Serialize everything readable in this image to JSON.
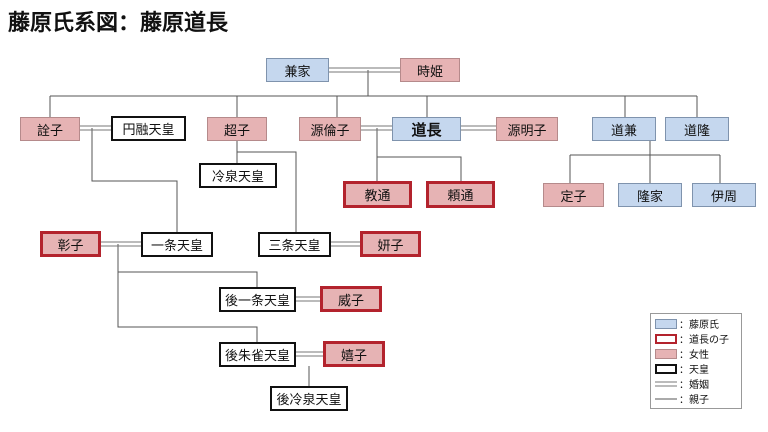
{
  "title": "藤原氏系図：藤原道長",
  "nodes": {
    "kaneie": "兼家",
    "tokihime": "時姫",
    "senshi": "詮子",
    "enyu": "円融天皇",
    "choshi": "超子",
    "reizei": "冷泉天皇",
    "rinshi": "源倫子",
    "michinaga": "道長",
    "meishi": "源明子",
    "michikane": "道兼",
    "michitaka": "道隆",
    "norimichi": "教通",
    "yorimichi": "頼通",
    "teishi": "定子",
    "takaie": "隆家",
    "korechika": "伊周",
    "shoshi": "彰子",
    "ichijo": "一条天皇",
    "sanjo": "三条天皇",
    "kenshi": "妍子",
    "goichijo": "後一条天皇",
    "ishi": "威子",
    "gosuzaku": "後朱雀天皇",
    "kishi": "嬉子",
    "goreizei": "後冷泉天皇"
  },
  "legend": {
    "fujiwara": "：藤原氏",
    "child": "：道長の子",
    "female": "：女性",
    "emperor": "：天皇",
    "marriage": "：婚姻",
    "parent": "：親子"
  },
  "colors": {
    "fujiwara_fill": "#c5d7ee",
    "female_fill": "#e6b3b4",
    "child_border": "#b3232d",
    "emperor_border": "#111111",
    "line": "#555555"
  }
}
